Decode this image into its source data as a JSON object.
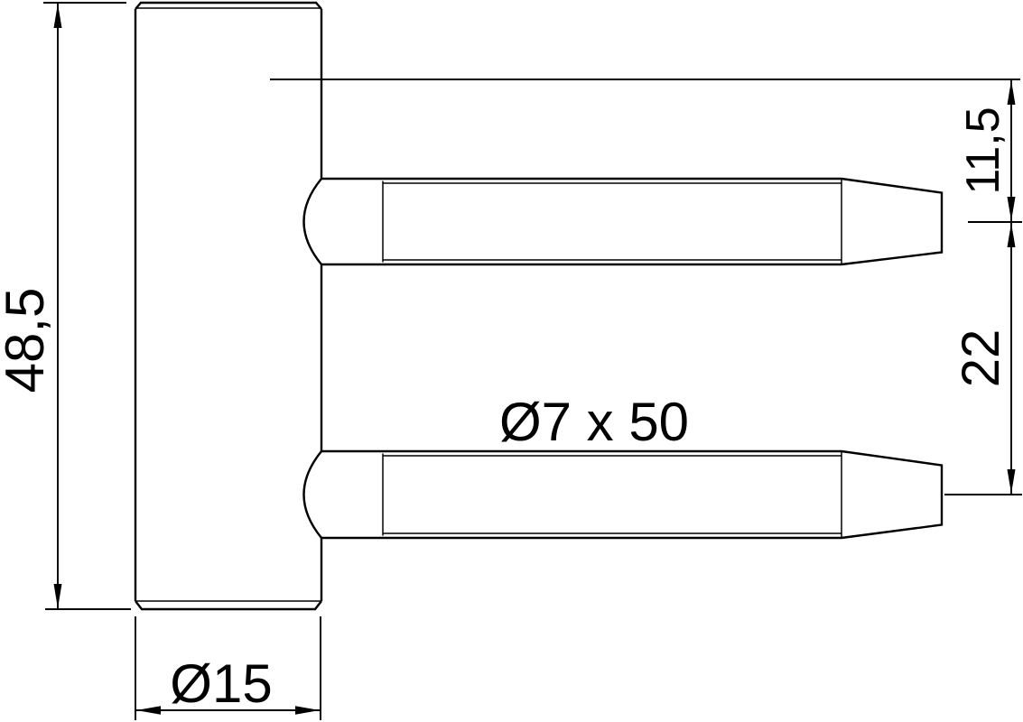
{
  "drawing": {
    "background": "#ffffff",
    "line_color": "#000000"
  },
  "labels": {
    "body_height": "48,5",
    "body_diameter": "Ø15",
    "pin_size": "Ø7 x 50",
    "offset_top": "11,5",
    "pin_spacing": "22"
  }
}
